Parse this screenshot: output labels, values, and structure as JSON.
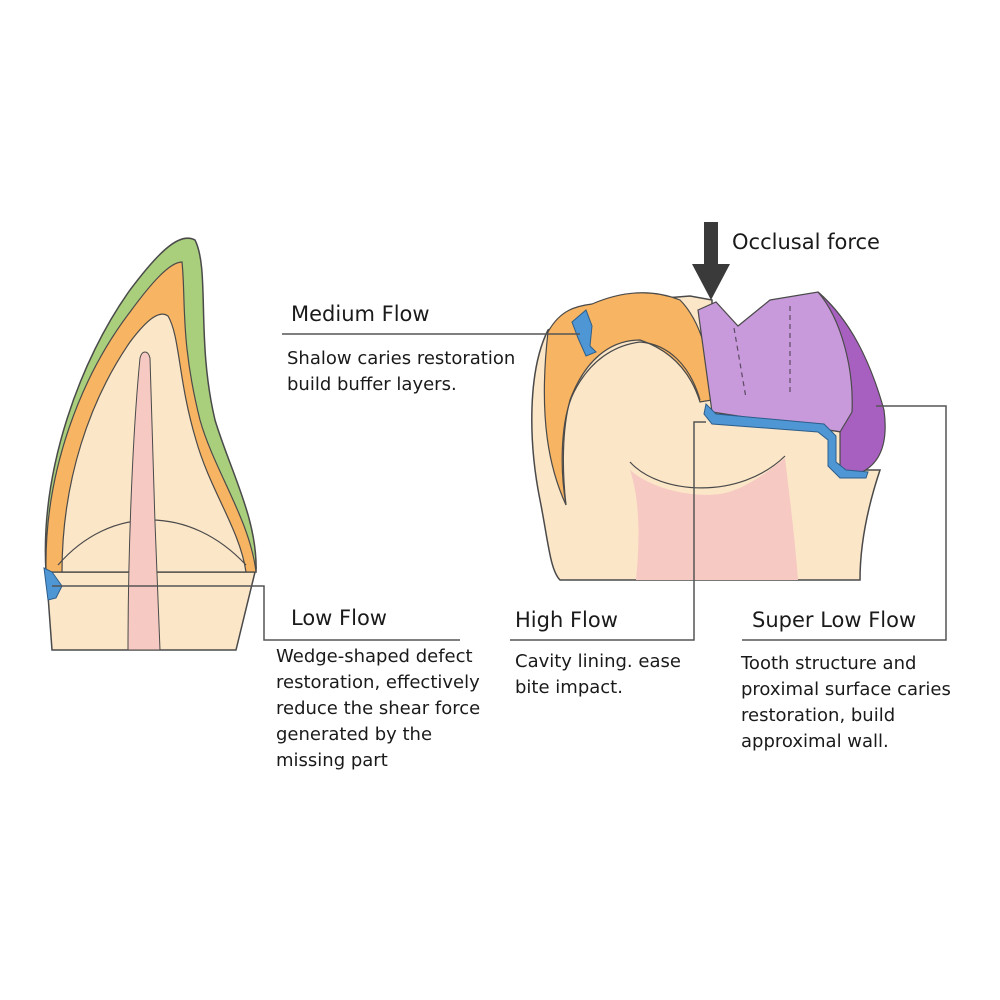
{
  "arrow_label": "Occlusal force",
  "labels": {
    "medium": {
      "title": "Medium Flow",
      "lines": [
        "Shalow caries restoration",
        "build buffer layers."
      ]
    },
    "low": {
      "title": "Low Flow",
      "lines": [
        "Wedge-shaped defect",
        "restoration, effectively",
        "reduce the shear force",
        "generated by the",
        "missing part"
      ]
    },
    "high": {
      "title": "High Flow",
      "lines": [
        "Cavity lining. ease",
        "bite impact."
      ]
    },
    "superlow": {
      "title": "Super Low Flow",
      "lines": [
        "Tooth structure and",
        "proximal surface caries",
        "restoration, build",
        "approximal wall."
      ]
    }
  },
  "colors": {
    "dentin": "#fbe6c8",
    "enamel": "#f7b462",
    "green": "#a9cf7c",
    "pulp": "#f6c9c2",
    "blue": "#4f97d4",
    "purple_light": "#c99adb",
    "purple_dark": "#a860c0",
    "line": "#555555",
    "outline": "#4a4a4a"
  }
}
